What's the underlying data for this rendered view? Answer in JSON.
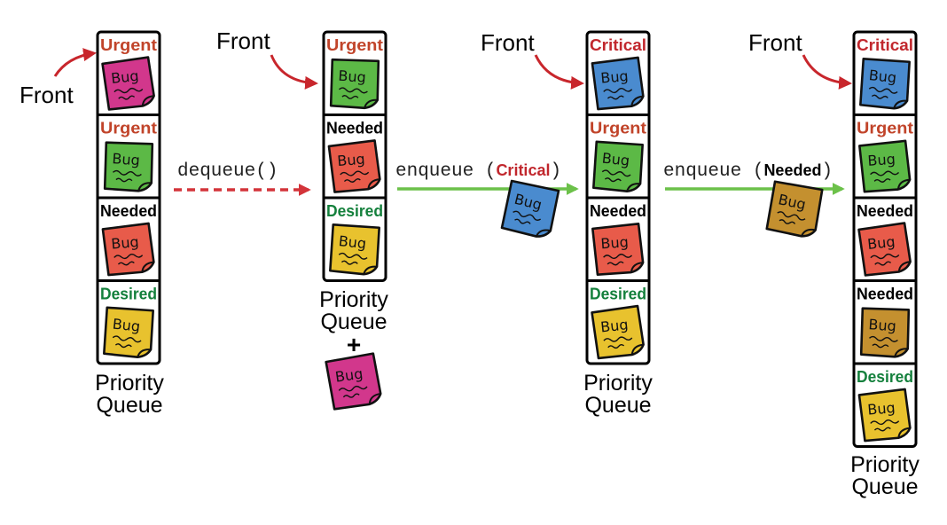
{
  "labels": {
    "front": "Front",
    "queue_title_1": "Priority",
    "queue_title_2": "Queue",
    "plus": "+",
    "bug_text": "Bug"
  },
  "operations": {
    "dequeue": "dequeue()",
    "enqueue_word": "enqueue",
    "enqueue_critical_priority": "Critical",
    "enqueue_needed_priority": "Needed"
  },
  "priority_colors": {
    "Critical": "#c1272d",
    "Urgent": "#c1442a",
    "Needed": "#000000",
    "Desired": "#14803c"
  },
  "note_colors": {
    "critical": "#4a8bcf",
    "urgent": "#5cb946",
    "needed": "#e85b4a",
    "needed_new": "#c4902f",
    "desired": "#e8c22e",
    "removed": "#d2378c"
  },
  "arrow_colors": {
    "front": "#c8262c",
    "dequeue": "#d3343a",
    "enqueue": "#6cc14a"
  },
  "queues": [
    {
      "cells": [
        {
          "priority": "Urgent",
          "note": "removed"
        },
        {
          "priority": "Urgent",
          "note": "urgent"
        },
        {
          "priority": "Needed",
          "note": "needed"
        },
        {
          "priority": "Desired",
          "note": "desired"
        }
      ]
    },
    {
      "cells": [
        {
          "priority": "Urgent",
          "note": "urgent"
        },
        {
          "priority": "Needed",
          "note": "needed"
        },
        {
          "priority": "Desired",
          "note": "desired"
        }
      ]
    },
    {
      "cells": [
        {
          "priority": "Critical",
          "note": "critical"
        },
        {
          "priority": "Urgent",
          "note": "urgent"
        },
        {
          "priority": "Needed",
          "note": "needed"
        },
        {
          "priority": "Desired",
          "note": "desired"
        }
      ]
    },
    {
      "cells": [
        {
          "priority": "Critical",
          "note": "critical"
        },
        {
          "priority": "Urgent",
          "note": "urgent"
        },
        {
          "priority": "Needed",
          "note": "needed"
        },
        {
          "priority": "Needed",
          "note": "needed_new"
        },
        {
          "priority": "Desired",
          "note": "desired"
        }
      ]
    }
  ]
}
